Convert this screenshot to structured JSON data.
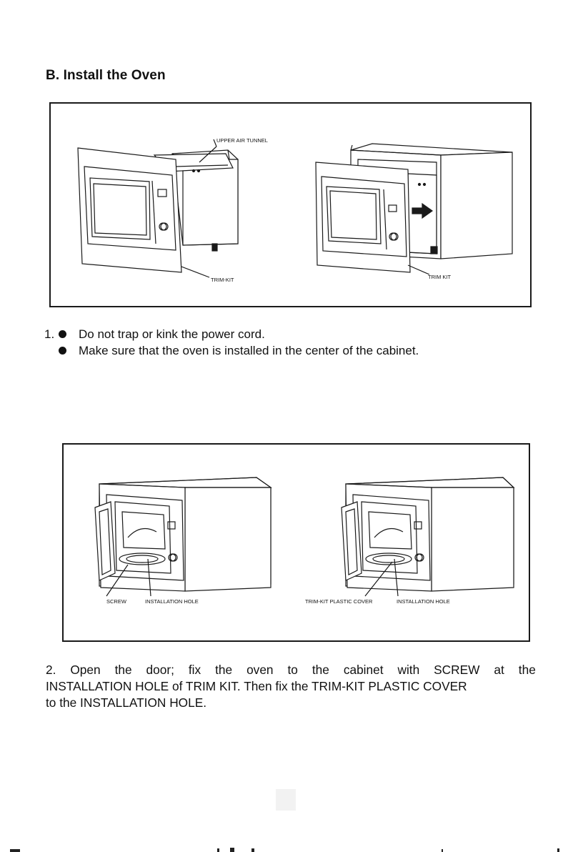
{
  "section": {
    "title": "B. Install the Oven"
  },
  "figure1": {
    "labels": {
      "upper_air_tunnel": "UPPER AIR TUNNEL",
      "trim_kit_left": "TRIM-KIT",
      "trim_kit_right": "TRIM KIT"
    }
  },
  "step1": {
    "number": "1.",
    "bullets": [
      "Do not trap or kink the power cord.",
      "Make sure that the oven is installed in the center of the cabinet."
    ]
  },
  "figure2": {
    "labels": {
      "screw": "SCREW",
      "installation_hole_left": "INSTALLATION HOLE",
      "trim_kit_plastic_cover": "TRIM-KIT PLASTIC COVER",
      "installation_hole_right": "INSTALLATION HOLE"
    }
  },
  "step2": {
    "line1_words": [
      "2.",
      "Open",
      "the",
      "door;",
      "fix",
      "the",
      "oven",
      "to",
      "the",
      "cabinet",
      "with",
      "SCREW",
      "at",
      "the"
    ],
    "line2": "INSTALLATION HOLE of TRIM KIT. Then fix the TRIM-KIT PLASTIC COVER",
    "line3": "to the INSTALLATION HOLE."
  }
}
